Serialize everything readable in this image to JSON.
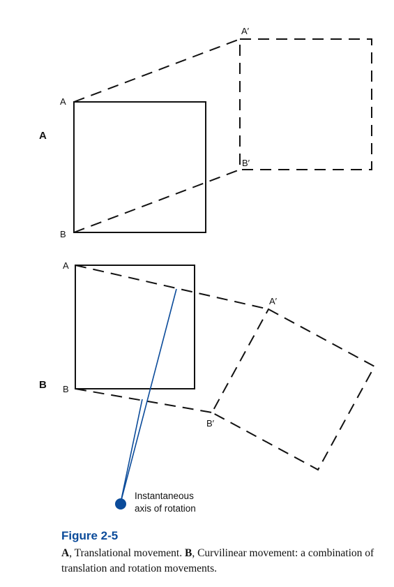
{
  "panel_a": {
    "label": "A",
    "point_a": "A",
    "point_b": "B",
    "point_a_prime": "A′",
    "point_b_prime": "B′"
  },
  "panel_b": {
    "label": "B",
    "point_a": "A",
    "point_b": "B",
    "point_a_prime": "A′",
    "point_b_prime": "B′",
    "axis_label_line1": "Instantaneous",
    "axis_label_line2": "axis of rotation"
  },
  "caption": {
    "title": "Figure 2-5",
    "a_marker": "A",
    "a_text": ", Translational movement. ",
    "b_marker": "B",
    "b_text": ", Curvilinear movement: a combination of translation and rotation movements."
  },
  "colors": {
    "accent_blue": "#0b4b9a",
    "line": "#111111"
  }
}
